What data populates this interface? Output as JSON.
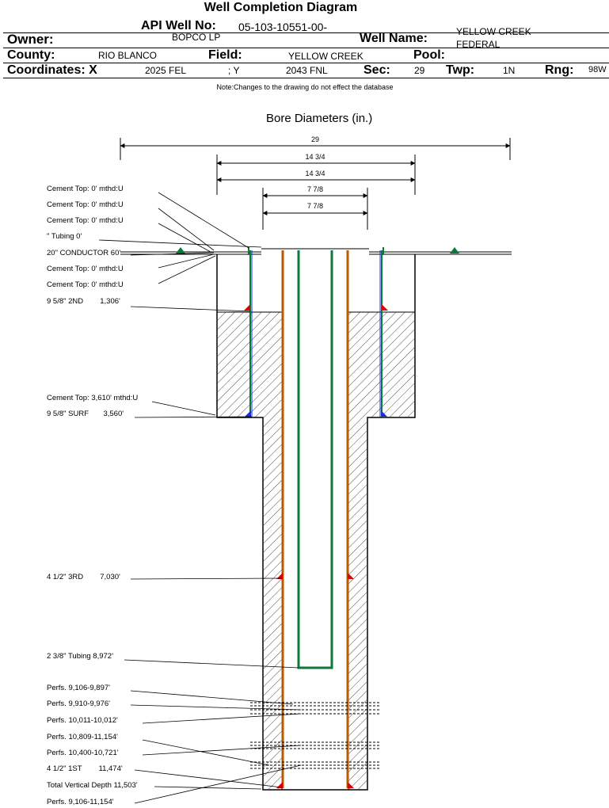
{
  "title": "Well Completion Diagram",
  "header": {
    "api_label": "API Well No:",
    "api_value": "05-103-10551-00-",
    "owner_label": "Owner:",
    "owner_value": "BOPCO LP",
    "well_name_label": "Well Name:",
    "well_name_value": "YELLOW CREEK FEDERAL",
    "county_label": "County:",
    "county_value": "RIO BLANCO",
    "field_label": "Field:",
    "field_value": "YELLOW CREEK",
    "pool_label": "Pool:",
    "pool_value": "",
    "coords_label": "Coordinates: X",
    "coord_x_value": "2025 FEL",
    "coord_y_label": "; Y",
    "coord_y_value": "2043 FNL",
    "sec_label": "Sec:",
    "sec_value": "29",
    "twp_label": "Twp:",
    "twp_value": "1N",
    "rng_label": "Rng:",
    "rng_value": "98W"
  },
  "note": "Note:Changes to the drawing do not effect the database",
  "diagram": {
    "bore_title": "Bore Diameters (in.)",
    "dimensions": [
      "29",
      "14 3/4",
      "14 3/4",
      "7 7/8",
      "7 7/8"
    ],
    "labels": [
      "Cement Top: 0' mthd:U",
      "Cement Top: 0' mthd:U",
      "Cement Top: 0' mthd:U",
      "\" Tubing 0'",
      "20\" CONDUCTOR  60'",
      "Cement Top: 0' mthd:U",
      "Cement Top: 0' mthd:U",
      "9 5/8\" 2ND        1,306'",
      "Cement Top: 3,610' mthd:U",
      "9 5/8\" SURF       3,560'",
      "4 1/2\" 3RD        7,030'",
      "2 3/8\" Tubing 8,972'",
      "Perfs. 9,106-9,897'",
      "Perfs. 9,910-9,976'",
      "Perfs. 10,011-10,012'",
      "Perfs. 10,809-11,154'",
      "Perfs. 10,400-10,721'",
      "4 1/2\" 1ST        11,474'",
      "Total Vertical Depth 11,503'",
      "Perfs. 9,106-11,154'"
    ],
    "colors": {
      "casing_green": "#0a7a3a",
      "casing_orange": "#b85a00",
      "shoe_red": "#e00000",
      "shoe_blue": "#1030e0",
      "line": "#000000"
    }
  }
}
